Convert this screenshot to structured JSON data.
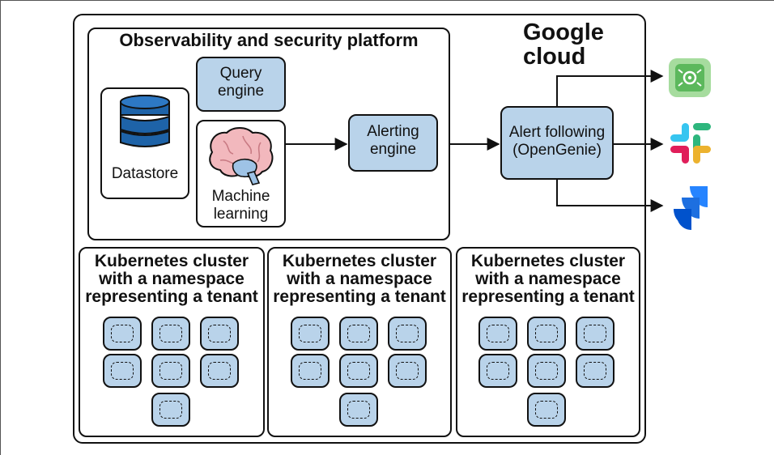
{
  "google_cloud": {
    "label": "Google cloud"
  },
  "platform": {
    "title": "Observability and security platform",
    "datastore_label": "Datastore",
    "query_engine_label": "Query\nengine",
    "ml_label": "Machine\nlearning",
    "alerting_engine_label": "Alerting\nengine"
  },
  "alert_following": {
    "label": "Alert following\n(OpenGenie)"
  },
  "clusters": [
    {
      "title": "Kubernetes cluster\nwith a namespace\nrepresenting a tenant"
    },
    {
      "title": "Kubernetes cluster\nwith a namespace\nrepresenting a tenant"
    },
    {
      "title": "Kubernetes cluster\nwith a namespace\nrepresenting a tenant"
    }
  ],
  "destinations": [
    {
      "icon": "opsgenie-icon",
      "color": "#8fd48f"
    },
    {
      "icon": "slack-icon",
      "color": "#36c5f0"
    },
    {
      "icon": "jira-icon",
      "color": "#2684ff"
    }
  ],
  "colors": {
    "box_fill": "#b9d3ea",
    "stroke": "#111111"
  }
}
